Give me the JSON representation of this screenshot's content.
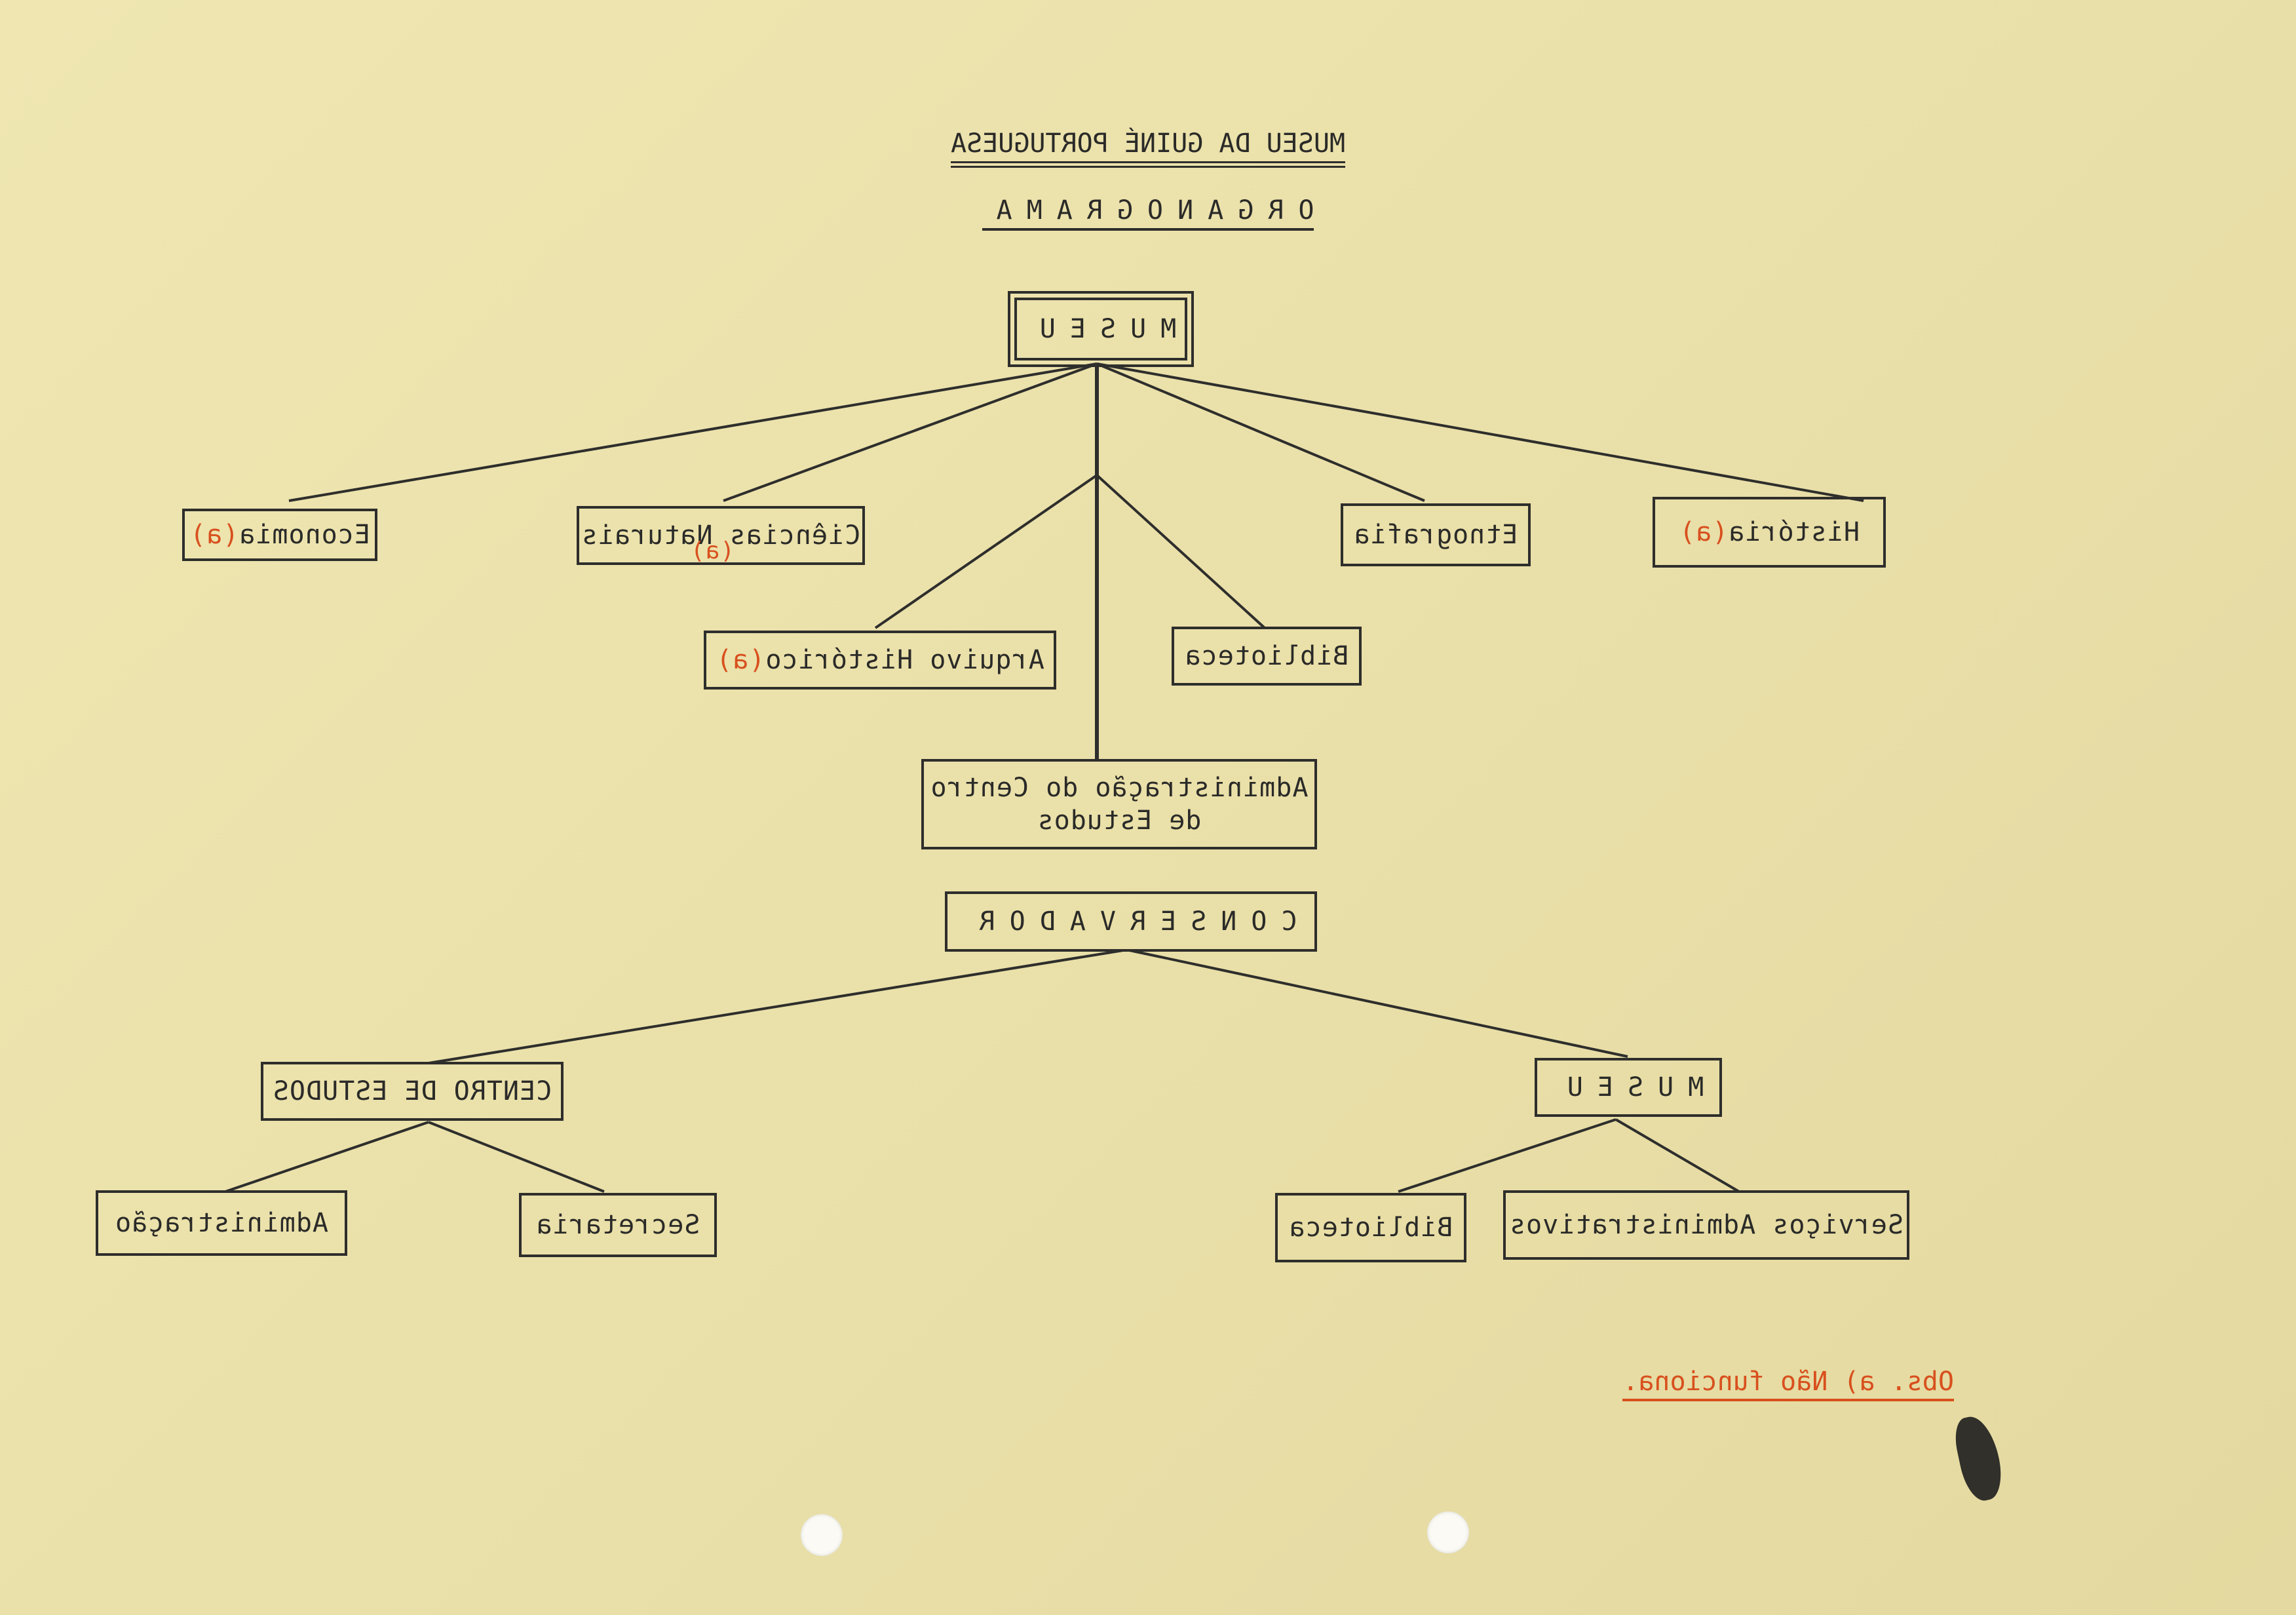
{
  "document": {
    "title": "MUSEU DA GUINÉ PORTUGUESA",
    "subtitle": "ORGANOGRAMA"
  },
  "chart1": {
    "root": "MUSEU",
    "economia": "Economia",
    "ciencias": "Ciências Naturais",
    "etnografia": "Etnografia",
    "historia": "História ",
    "arquivo": "Arquivo Histórico",
    "biblioteca": "Biblioteca",
    "admin_line1": "Administração do Centro",
    "admin_line2": "de Estudos"
  },
  "chart2": {
    "root": "CONSERVADOR",
    "centro": "CENTRO DE ESTUDOS",
    "museu": "MUSEU",
    "administracao": "Administração",
    "secretaria": "Secretaria",
    "biblioteca": "Biblioteca",
    "servicos": "Serviços Administrativos"
  },
  "marks": {
    "a": "(a)"
  },
  "note": "Obs. a) Não funciona."
}
